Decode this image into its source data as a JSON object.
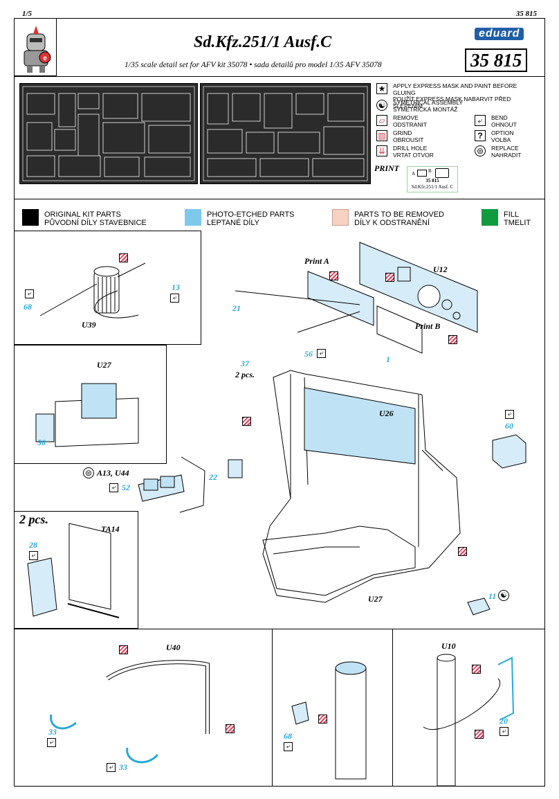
{
  "header": {
    "page_left": "1/5",
    "page_right": "35 815",
    "title": "Sd.Kfz.251/1 Ausf.C",
    "subtitle": "1/35 scale detail set for AFV kit 35078 • sada detailů pro model 1/35 AFV 35078",
    "brand": "eduard",
    "kit_number": "35 815"
  },
  "symbols": [
    {
      "icon": "star-icon",
      "glyph": "★",
      "line1": "APPLY EXPRESS MASK AND PAINT BEFORE GLUING",
      "line2": "POUŽÍT EXPRESS MASK NABARVIT PŘED SLEPENÍM"
    },
    {
      "icon": "symmetry-icon",
      "glyph": "☯",
      "line1": "SYMETRICAL ASSEMBLY",
      "line2": "SYMETRICKÁ MONTÁŽ"
    },
    {
      "icon": "remove-icon",
      "glyph": "▱",
      "line1": "REMOVE",
      "line2": "ODSTRANIT"
    },
    {
      "icon": "grind-icon",
      "glyph": "▧",
      "line1": "GRIND",
      "line2": "OBROUSIT"
    },
    {
      "icon": "drill-icon",
      "glyph": "⇊",
      "line1": "DRILL HOLE",
      "line2": "VRTAT OTVOR"
    },
    {
      "icon": "bend-icon",
      "glyph": "⤶",
      "line1": "BEND",
      "line2": "OHNOUT"
    },
    {
      "icon": "option-icon",
      "glyph": "?",
      "line1": "OPTION",
      "line2": "VOLBA"
    },
    {
      "icon": "replace-icon",
      "glyph": "⊜",
      "line1": "REPLACE",
      "line2": "NAHRADIT"
    }
  ],
  "print": {
    "label": "PRINT",
    "a": "A",
    "b": "B",
    "line1": "35 815",
    "line2": "Sd.Kfz.251/1 Ausf. C"
  },
  "legend": [
    {
      "color": "#000000",
      "line1": "ORIGINAL KIT PARTS",
      "line2": "PŮVODNÍ DÍLY STAVEBNICE"
    },
    {
      "color": "#7ec8ec",
      "line1": "PHOTO-ETCHED PARTS",
      "line2": "LEPTANÉ DÍLY"
    },
    {
      "color": "#f7d2c2",
      "line1": "PARTS TO BE REMOVED",
      "line2": "DÍLY K ODSTRANĚNÍ"
    },
    {
      "color": "#129a3e",
      "line1": "FILL",
      "line2": "TMELIT"
    }
  ],
  "labels": {
    "u39": "U39",
    "p68a": "68",
    "p13": "13",
    "print_a": "Print A",
    "print_b": "Print B",
    "u12": "U12",
    "p21": "21",
    "p37": "37",
    "p56": "56",
    "p1": "1",
    "two_pcs_a": "2 pcs.",
    "u27a": "U27",
    "p58": "58",
    "u26": "U26",
    "p60": "60",
    "p22": "22",
    "replace_ref": "A13, U44",
    "p52": "52",
    "two_pcs_b": "2 pcs.",
    "ta14": "TA14",
    "p28": "28",
    "p11": "11",
    "u27b": "U27",
    "u40": "U40",
    "p33a": "33",
    "p33b": "33",
    "p68b": "68",
    "u10": "U10",
    "p20": "20"
  }
}
